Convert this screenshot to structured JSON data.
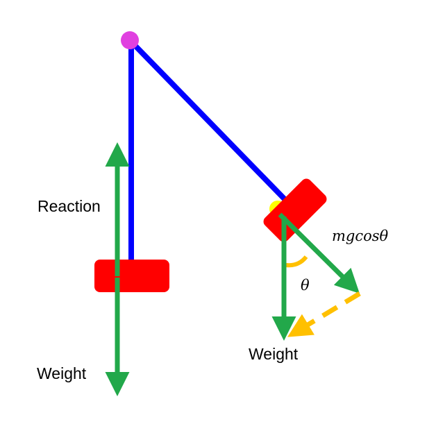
{
  "labels": {
    "reaction": "Reaction",
    "weight_left": "Weight",
    "weight_right": "Weight",
    "component": "mgcosθ",
    "angle": "θ"
  },
  "colors": {
    "string": "#0000ff",
    "pivot": "#e040e0",
    "bob": "#ff0000",
    "force_arrow": "#22a84a",
    "component_guide": "#ffc000",
    "angle_arc": "#ffc000",
    "contact_dot": "#ffff00"
  }
}
